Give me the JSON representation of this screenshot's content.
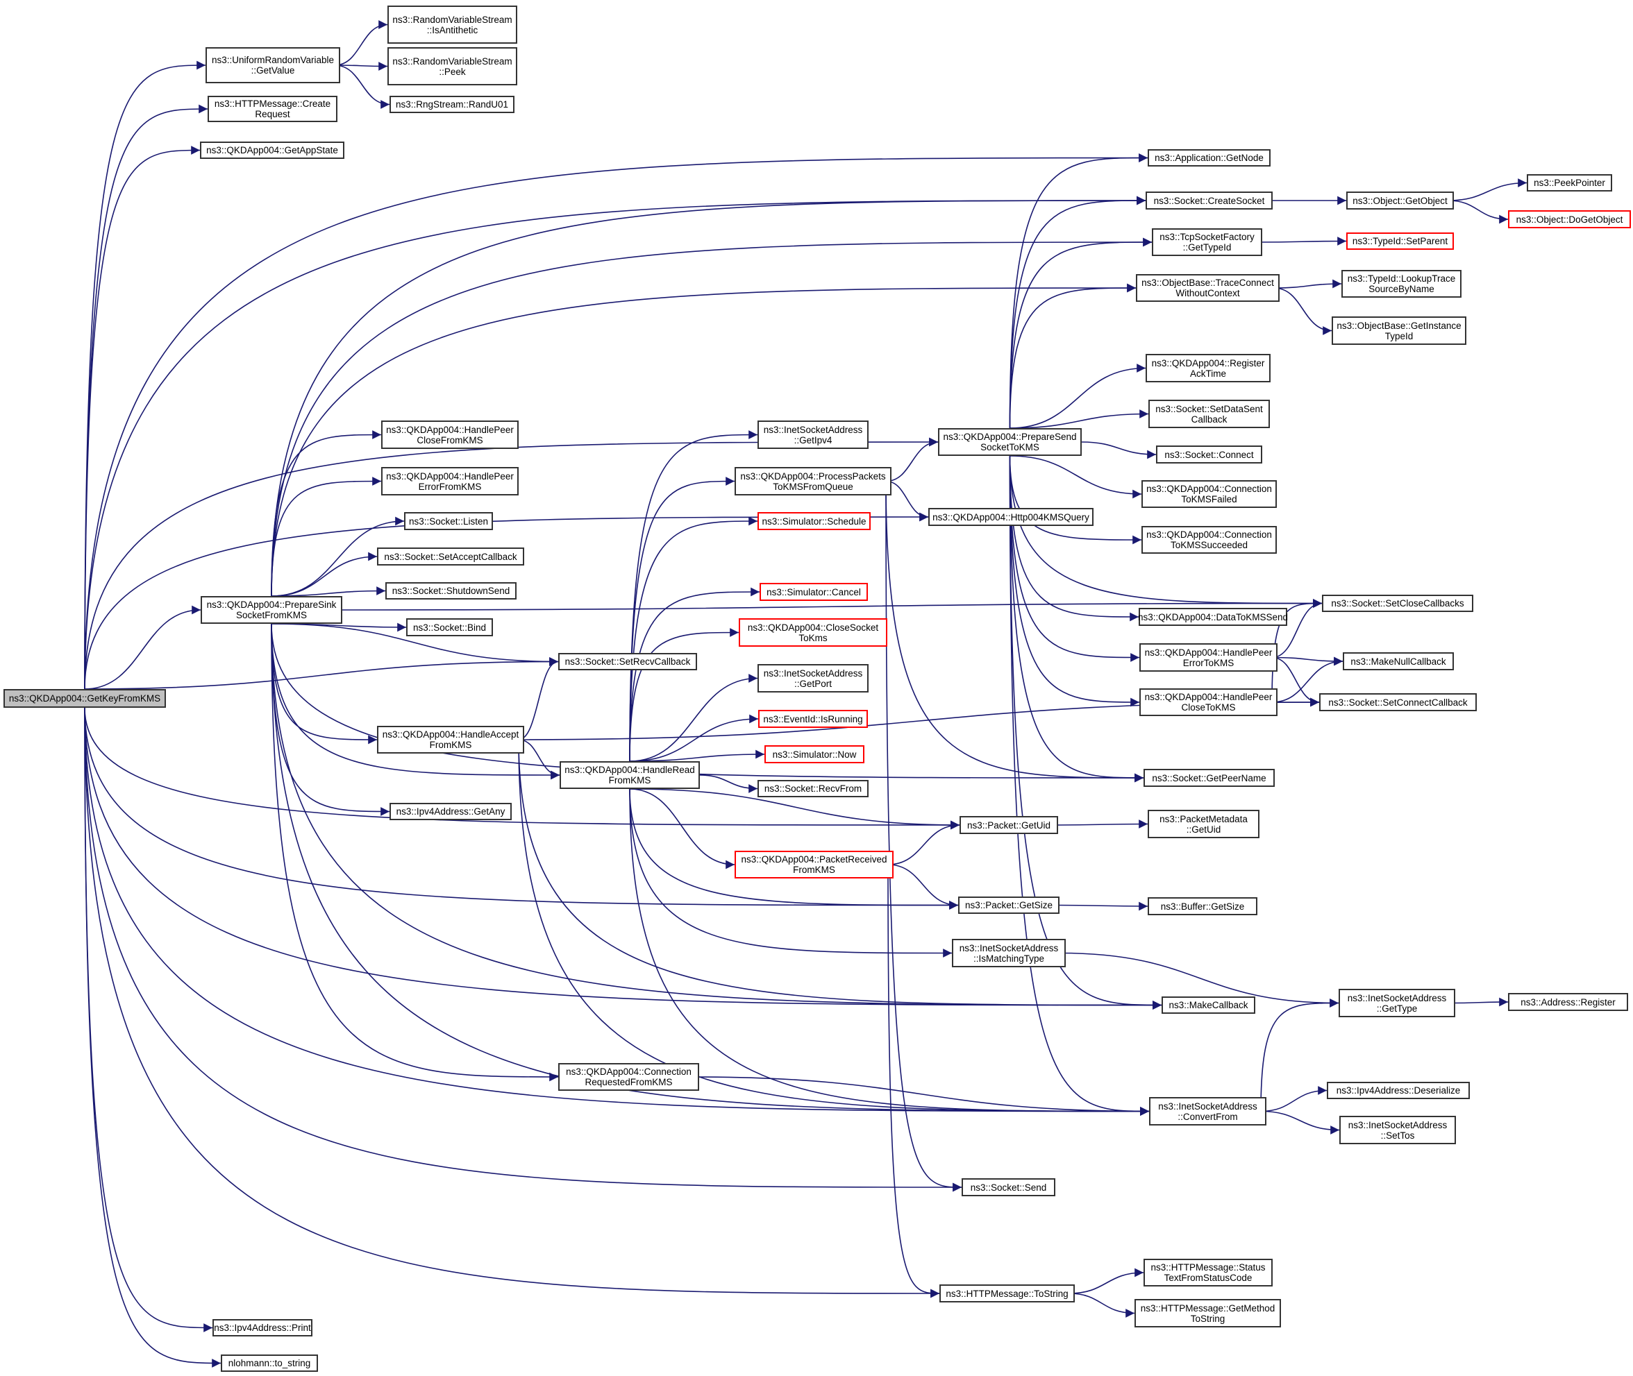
{
  "diagram": {
    "type": "call-graph",
    "root": "getkey",
    "edge_color": "#191970",
    "missing_doc_border_color": "#ff0000",
    "root_fill": "#bfbfbf",
    "nodes": [
      {
        "id": "getkey",
        "label": "ns3::QKDApp004::GetKeyFromKMS",
        "style": "root"
      },
      {
        "id": "getvalue",
        "label": "ns3::UniformRandomVariable\n::GetValue",
        "style": "normal"
      },
      {
        "id": "isanti",
        "label": "ns3::RandomVariableStream\n::IsAntithetic",
        "style": "normal"
      },
      {
        "id": "peek",
        "label": "ns3::RandomVariableStream\n::Peek",
        "style": "normal"
      },
      {
        "id": "randu01",
        "label": "ns3::RngStream::RandU01",
        "style": "normal"
      },
      {
        "id": "createreq",
        "label": "ns3::HTTPMessage::Create\nRequest",
        "style": "normal"
      },
      {
        "id": "getappstate",
        "label": "ns3::QKDApp004::GetAppState",
        "style": "normal"
      },
      {
        "id": "getnode",
        "label": "ns3::Application::GetNode",
        "style": "normal"
      },
      {
        "id": "createsocket",
        "label": "ns3::Socket::CreateSocket",
        "style": "normal"
      },
      {
        "id": "tcpgettypeid",
        "label": "ns3::TcpSocketFactory\n::GetTypeId",
        "style": "normal"
      },
      {
        "id": "traceconnect",
        "label": "ns3::ObjectBase::TraceConnect\nWithoutContext",
        "style": "normal"
      },
      {
        "id": "getobject",
        "label": "ns3::Object::GetObject",
        "style": "normal"
      },
      {
        "id": "peekpointer",
        "label": "ns3::PeekPointer",
        "style": "normal"
      },
      {
        "id": "dogetobject",
        "label": "ns3::Object::DoGetObject",
        "style": "red"
      },
      {
        "id": "setparent",
        "label": "ns3::TypeId::SetParent",
        "style": "red"
      },
      {
        "id": "lookuptrace",
        "label": "ns3::TypeId::LookupTrace\nSourceByName",
        "style": "normal"
      },
      {
        "id": "getinstance",
        "label": "ns3::ObjectBase::GetInstance\nTypeId",
        "style": "normal"
      },
      {
        "id": "registerack",
        "label": "ns3::QKDApp004::Register\nAckTime",
        "style": "normal"
      },
      {
        "id": "setdatasent",
        "label": "ns3::Socket::SetDataSent\nCallback",
        "style": "normal"
      },
      {
        "id": "connect",
        "label": "ns3::Socket::Connect",
        "style": "normal"
      },
      {
        "id": "connfailed",
        "label": "ns3::QKDApp004::Connection\nToKMSFailed",
        "style": "normal"
      },
      {
        "id": "connsucc",
        "label": "ns3::QKDApp004::Connection\nToKMSSucceeded",
        "style": "normal"
      },
      {
        "id": "preparesend",
        "label": "ns3::QKDApp004::PrepareSend\nSocketToKMS",
        "style": "normal"
      },
      {
        "id": "http004",
        "label": "ns3::QKDApp004::Http004KMSQuery",
        "style": "normal"
      },
      {
        "id": "datatokms",
        "label": "ns3::QKDApp004::DataToKMSSend",
        "style": "normal"
      },
      {
        "id": "setclosecb",
        "label": "ns3::Socket::SetCloseCallbacks",
        "style": "normal"
      },
      {
        "id": "peererrtokms",
        "label": "ns3::QKDApp004::HandlePeer\nErrorToKMS",
        "style": "normal"
      },
      {
        "id": "makenullcb",
        "label": "ns3::MakeNullCallback",
        "style": "normal"
      },
      {
        "id": "peerclosetokms",
        "label": "ns3::QKDApp004::HandlePeer\nCloseToKMS",
        "style": "normal"
      },
      {
        "id": "setconnectcb",
        "label": "ns3::Socket::SetConnectCallback",
        "style": "normal"
      },
      {
        "id": "getpeername",
        "label": "ns3::Socket::GetPeerName",
        "style": "normal"
      },
      {
        "id": "peerclosefrom",
        "label": "ns3::QKDApp004::HandlePeer\nCloseFromKMS",
        "style": "normal"
      },
      {
        "id": "peererrfrom",
        "label": "ns3::QKDApp004::HandlePeer\nErrorFromKMS",
        "style": "normal"
      },
      {
        "id": "listen",
        "label": "ns3::Socket::Listen",
        "style": "normal"
      },
      {
        "id": "setacceptcb",
        "label": "ns3::Socket::SetAcceptCallback",
        "style": "normal"
      },
      {
        "id": "shutdownsend",
        "label": "ns3::Socket::ShutdownSend",
        "style": "normal"
      },
      {
        "id": "bind",
        "label": "ns3::Socket::Bind",
        "style": "normal"
      },
      {
        "id": "setrecvcb",
        "label": "ns3::Socket::SetRecvCallback",
        "style": "normal"
      },
      {
        "id": "preparesink",
        "label": "ns3::QKDApp004::PrepareSink\nSocketFromKMS",
        "style": "normal"
      },
      {
        "id": "getipv4",
        "label": "ns3::InetSocketAddress\n::GetIpv4",
        "style": "normal"
      },
      {
        "id": "processpackets",
        "label": "ns3::QKDApp004::ProcessPackets\nToKMSFromQueue",
        "style": "normal"
      },
      {
        "id": "schedule",
        "label": "ns3::Simulator::Schedule",
        "style": "red"
      },
      {
        "id": "cancel",
        "label": "ns3::Simulator::Cancel",
        "style": "red"
      },
      {
        "id": "closesocket",
        "label": "ns3::QKDApp004::CloseSocket\nToKms",
        "style": "red"
      },
      {
        "id": "getport",
        "label": "ns3::InetSocketAddress\n::GetPort",
        "style": "normal"
      },
      {
        "id": "isrunning",
        "label": "ns3::EventId::IsRunning",
        "style": "red"
      },
      {
        "id": "now",
        "label": "ns3::Simulator::Now",
        "style": "red"
      },
      {
        "id": "recvfrom",
        "label": "ns3::Socket::RecvFrom",
        "style": "normal"
      },
      {
        "id": "handleaccept",
        "label": "ns3::QKDApp004::HandleAccept\nFromKMS",
        "style": "normal"
      },
      {
        "id": "handleread",
        "label": "ns3::QKDApp004::HandleRead\nFromKMS",
        "style": "normal"
      },
      {
        "id": "getany",
        "label": "ns3::Ipv4Address::GetAny",
        "style": "normal"
      },
      {
        "id": "packetrecv",
        "label": "ns3::QKDApp004::PacketReceived\nFromKMS",
        "style": "red"
      },
      {
        "id": "pktgetuid",
        "label": "ns3::Packet::GetUid",
        "style": "normal"
      },
      {
        "id": "metagetuid",
        "label": "ns3::PacketMetadata\n::GetUid",
        "style": "normal"
      },
      {
        "id": "pktgetsize",
        "label": "ns3::Packet::GetSize",
        "style": "normal"
      },
      {
        "id": "bufgetsize",
        "label": "ns3::Buffer::GetSize",
        "style": "normal"
      },
      {
        "id": "ismatching",
        "label": "ns3::InetSocketAddress\n::IsMatchingType",
        "style": "normal"
      },
      {
        "id": "makecb",
        "label": "ns3::MakeCallback",
        "style": "normal"
      },
      {
        "id": "gettype",
        "label": "ns3::InetSocketAddress\n::GetType",
        "style": "normal"
      },
      {
        "id": "addrregister",
        "label": "ns3::Address::Register",
        "style": "normal"
      },
      {
        "id": "connreq",
        "label": "ns3::QKDApp004::Connection\nRequestedFromKMS",
        "style": "normal"
      },
      {
        "id": "convertfrom",
        "label": "ns3::InetSocketAddress\n::ConvertFrom",
        "style": "normal"
      },
      {
        "id": "deserialize",
        "label": "ns3::Ipv4Address::Deserialize",
        "style": "normal"
      },
      {
        "id": "settos",
        "label": "ns3::InetSocketAddress\n::SetTos",
        "style": "normal"
      },
      {
        "id": "send",
        "label": "ns3::Socket::Send",
        "style": "normal"
      },
      {
        "id": "tostring",
        "label": "ns3::HTTPMessage::ToString",
        "style": "normal"
      },
      {
        "id": "statustext",
        "label": "ns3::HTTPMessage::Status\nTextFromStatusCode",
        "style": "normal"
      },
      {
        "id": "getmethod",
        "label": "ns3::HTTPMessage::GetMethod\nToString",
        "style": "normal"
      },
      {
        "id": "ipv4print",
        "label": "ns3::Ipv4Address::Print",
        "style": "normal"
      },
      {
        "id": "nlohmann",
        "label": "nlohmann::to_string",
        "style": "normal"
      }
    ],
    "edges": [
      [
        "getkey",
        "getvalue"
      ],
      [
        "getkey",
        "createreq"
      ],
      [
        "getkey",
        "getappstate"
      ],
      [
        "getkey",
        "getnode"
      ],
      [
        "getkey",
        "createsocket"
      ],
      [
        "getkey",
        "preparesend"
      ],
      [
        "getkey",
        "preparesink"
      ],
      [
        "getkey",
        "setrecvcb"
      ],
      [
        "getkey",
        "http004"
      ],
      [
        "getkey",
        "pktgetuid"
      ],
      [
        "getkey",
        "pktgetsize"
      ],
      [
        "getkey",
        "makecb"
      ],
      [
        "getkey",
        "convertfrom"
      ],
      [
        "getkey",
        "send"
      ],
      [
        "getkey",
        "tostring"
      ],
      [
        "getkey",
        "ipv4print"
      ],
      [
        "getkey",
        "nlohmann"
      ],
      [
        "getvalue",
        "isanti"
      ],
      [
        "getvalue",
        "peek"
      ],
      [
        "getvalue",
        "randu01"
      ],
      [
        "createsocket",
        "getobject"
      ],
      [
        "getobject",
        "peekpointer"
      ],
      [
        "getobject",
        "dogetobject"
      ],
      [
        "tcpgettypeid",
        "setparent"
      ],
      [
        "traceconnect",
        "lookuptrace"
      ],
      [
        "traceconnect",
        "getinstance"
      ],
      [
        "preparesend",
        "getnode"
      ],
      [
        "preparesend",
        "createsocket"
      ],
      [
        "preparesend",
        "tcpgettypeid"
      ],
      [
        "preparesend",
        "traceconnect"
      ],
      [
        "preparesend",
        "registerack"
      ],
      [
        "preparesend",
        "setdatasent"
      ],
      [
        "preparesend",
        "connect"
      ],
      [
        "preparesend",
        "connfailed"
      ],
      [
        "preparesend",
        "connsucc"
      ],
      [
        "preparesend",
        "datatokms"
      ],
      [
        "preparesend",
        "peererrtokms"
      ],
      [
        "preparesend",
        "peerclosetokms"
      ],
      [
        "preparesend",
        "setclosecb"
      ],
      [
        "preparesend",
        "getpeername"
      ],
      [
        "preparesend",
        "makecb"
      ],
      [
        "preparesend",
        "convertfrom"
      ],
      [
        "peererrtokms",
        "setclosecb"
      ],
      [
        "peererrtokms",
        "makenullcb"
      ],
      [
        "peererrtokms",
        "setconnectcb"
      ],
      [
        "peerclosetokms",
        "setclosecb"
      ],
      [
        "peerclosetokms",
        "makenullcb"
      ],
      [
        "peerclosetokms",
        "setconnectcb"
      ],
      [
        "preparesink",
        "createsocket"
      ],
      [
        "preparesink",
        "tcpgettypeid"
      ],
      [
        "preparesink",
        "traceconnect"
      ],
      [
        "preparesink",
        "setclosecb"
      ],
      [
        "preparesink",
        "peerclosefrom"
      ],
      [
        "preparesink",
        "peererrfrom"
      ],
      [
        "preparesink",
        "listen"
      ],
      [
        "preparesink",
        "setacceptcb"
      ],
      [
        "preparesink",
        "shutdownsend"
      ],
      [
        "preparesink",
        "bind"
      ],
      [
        "preparesink",
        "setrecvcb"
      ],
      [
        "preparesink",
        "handleaccept"
      ],
      [
        "preparesink",
        "handleread"
      ],
      [
        "preparesink",
        "getany"
      ],
      [
        "preparesink",
        "connreq"
      ],
      [
        "preparesink",
        "makecb"
      ],
      [
        "preparesink",
        "convertfrom"
      ],
      [
        "preparesink",
        "getpeername"
      ],
      [
        "handleaccept",
        "setrecvcb"
      ],
      [
        "handleaccept",
        "handleread"
      ],
      [
        "handleaccept",
        "setconnectcb"
      ],
      [
        "handleaccept",
        "makecb"
      ],
      [
        "handleaccept",
        "convertfrom"
      ],
      [
        "handleread",
        "getipv4"
      ],
      [
        "handleread",
        "processpackets"
      ],
      [
        "handleread",
        "schedule"
      ],
      [
        "handleread",
        "cancel"
      ],
      [
        "handleread",
        "closesocket"
      ],
      [
        "handleread",
        "getport"
      ],
      [
        "handleread",
        "isrunning"
      ],
      [
        "handleread",
        "now"
      ],
      [
        "handleread",
        "recvfrom"
      ],
      [
        "handleread",
        "packetrecv"
      ],
      [
        "handleread",
        "pktgetsize"
      ],
      [
        "handleread",
        "ismatching"
      ],
      [
        "handleread",
        "convertfrom"
      ],
      [
        "handleread",
        "pktgetuid"
      ],
      [
        "processpackets",
        "preparesend"
      ],
      [
        "processpackets",
        "http004"
      ],
      [
        "processpackets",
        "send"
      ],
      [
        "processpackets",
        "getpeername"
      ],
      [
        "packetrecv",
        "pktgetuid"
      ],
      [
        "packetrecv",
        "pktgetsize"
      ],
      [
        "packetrecv",
        "tostring"
      ],
      [
        "pktgetuid",
        "metagetuid"
      ],
      [
        "pktgetsize",
        "bufgetsize"
      ],
      [
        "ismatching",
        "gettype"
      ],
      [
        "gettype",
        "addrregister"
      ],
      [
        "connreq",
        "convertfrom"
      ],
      [
        "convertfrom",
        "gettype"
      ],
      [
        "convertfrom",
        "deserialize"
      ],
      [
        "convertfrom",
        "settos"
      ],
      [
        "tostring",
        "statustext"
      ],
      [
        "tostring",
        "getmethod"
      ]
    ]
  }
}
